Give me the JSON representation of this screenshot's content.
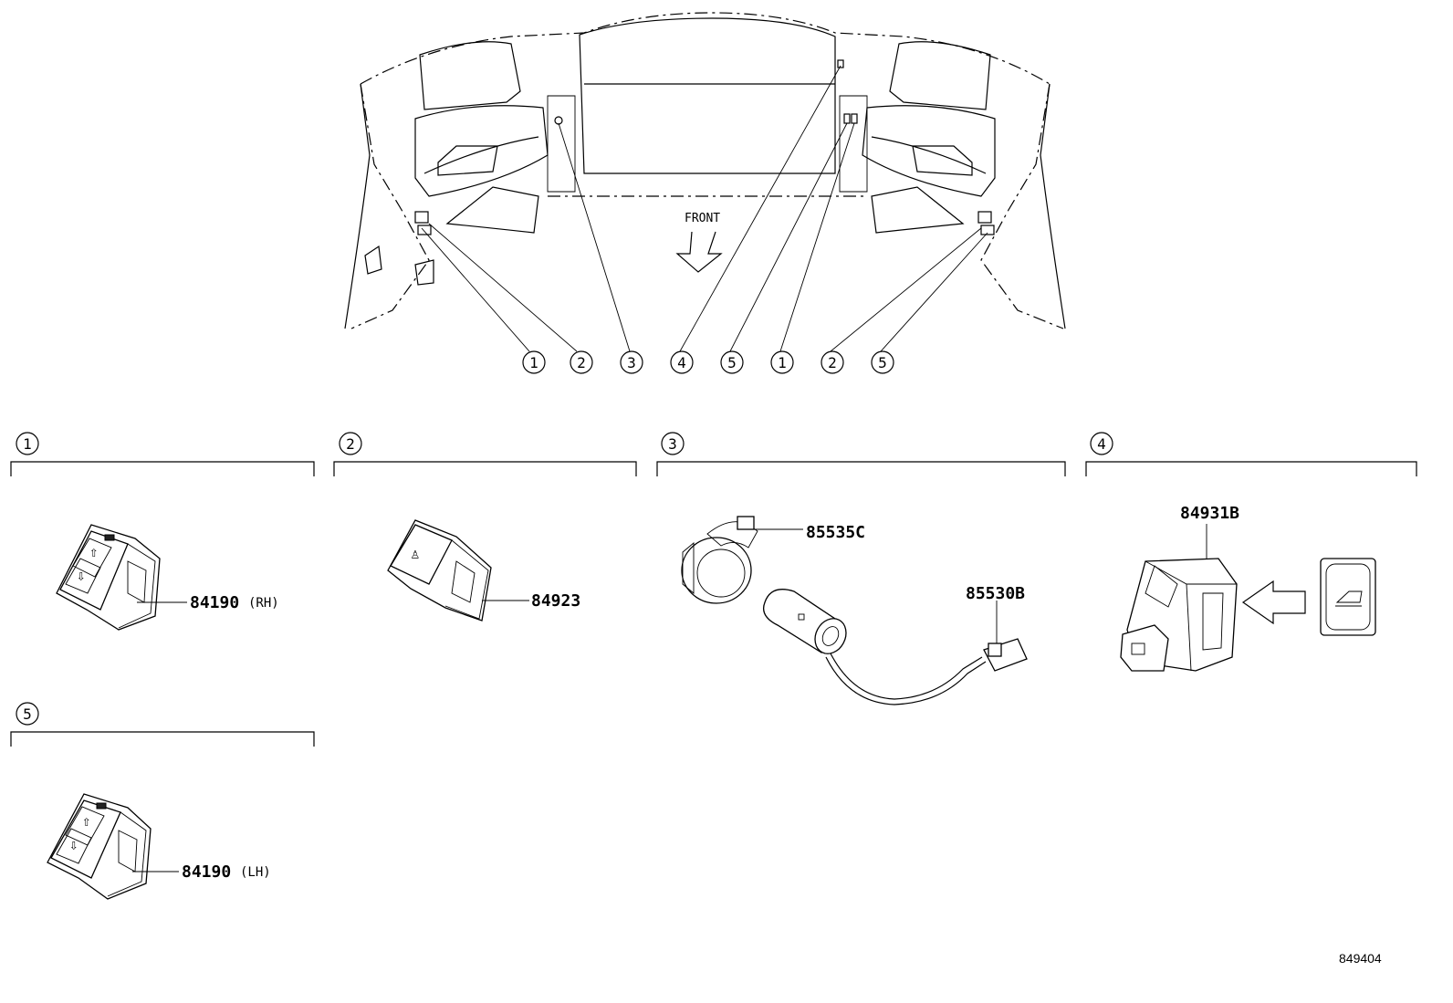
{
  "overview": {
    "front_label": "FRONT",
    "callouts": [
      "1",
      "2",
      "3",
      "4",
      "5",
      "1",
      "2",
      "5"
    ]
  },
  "sections": [
    {
      "num": "1",
      "parts": [
        {
          "pn": "84190",
          "side": "(RH)"
        }
      ]
    },
    {
      "num": "2",
      "parts": [
        {
          "pn": "84923"
        }
      ]
    },
    {
      "num": "3",
      "parts": [
        {
          "pn": "85535C"
        },
        {
          "pn": "85530B"
        }
      ]
    },
    {
      "num": "4",
      "parts": [
        {
          "pn": "84931B"
        }
      ]
    },
    {
      "num": "5",
      "parts": [
        {
          "pn": "84190",
          "side": "(LH)"
        }
      ]
    }
  ],
  "figure_id": "849404"
}
